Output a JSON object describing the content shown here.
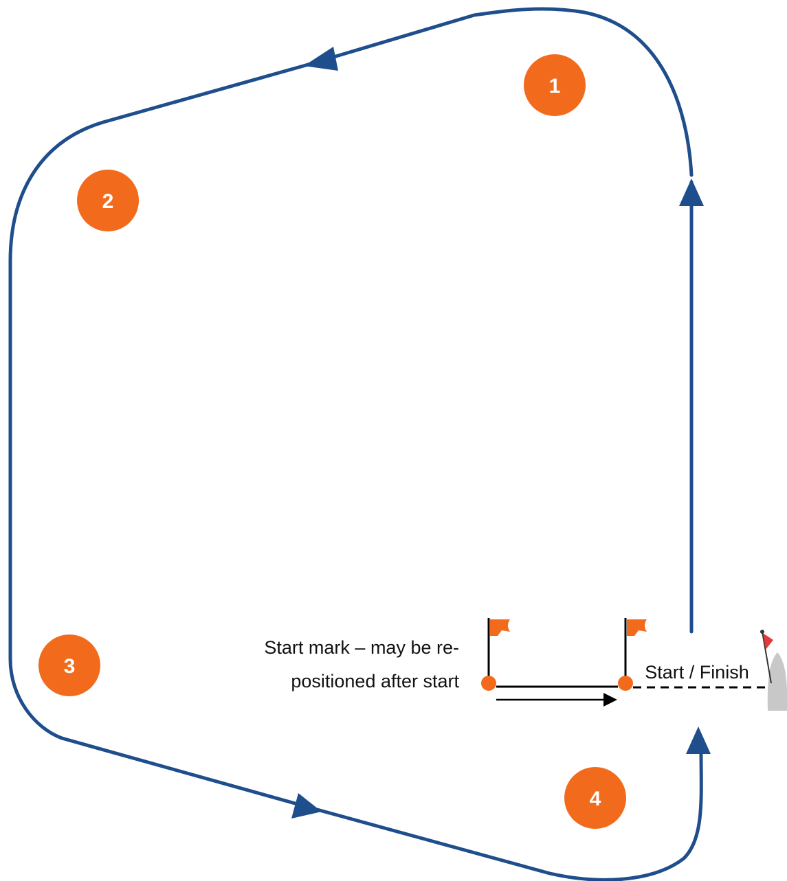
{
  "colors": {
    "course_line": "#1f4e8c",
    "mark": "#f26b1d",
    "mark_text": "#ffffff",
    "line_black": "#000000",
    "committee_boat": "#c8c8c8",
    "committee_flag": "#e23b3b"
  },
  "marks": [
    {
      "number": "1"
    },
    {
      "number": "2"
    },
    {
      "number": "3"
    },
    {
      "number": "4"
    }
  ],
  "start_mark_note": {
    "line1": "Start mark – may be re-",
    "line2": "positioned after start"
  },
  "start_finish_label": "Start / Finish",
  "icons": {
    "start_flags": "orange-flag-icon",
    "committee_boat": "committee-boat-icon",
    "committee_flag": "red-flag-icon"
  }
}
